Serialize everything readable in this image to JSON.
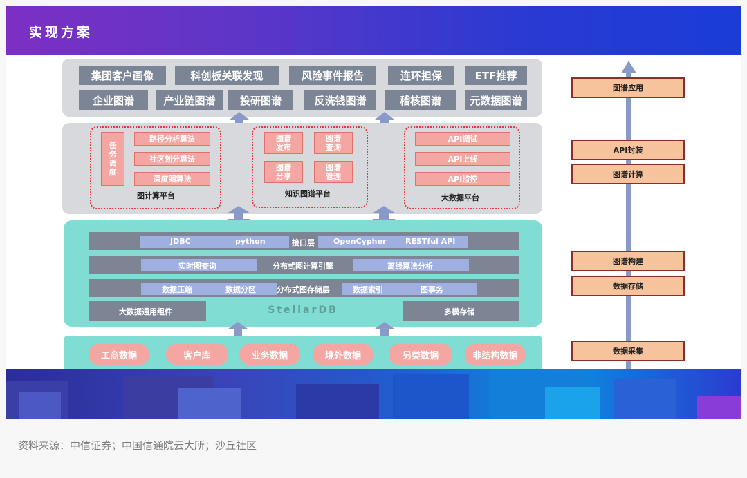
{
  "header": {
    "title": "实现方案"
  },
  "application_layer": {
    "row1": [
      "集团客户画像",
      "科创板关联发现",
      "风险事件报告",
      "连环担保",
      "ETF推荐"
    ],
    "row2": [
      "企业图谱",
      "产业链图谱",
      "投研图谱",
      "反洗钱图谱",
      "稽核图谱",
      "元数据图谱"
    ]
  },
  "platforms": {
    "graph_compute": {
      "label": "图计算平台",
      "scheduler": "任务调度",
      "algorithms": [
        "路径分析算法",
        "社区划分算法",
        "深度图算法"
      ]
    },
    "knowledge_graph": {
      "label": "知识图谱平台",
      "items": [
        "图谱发布",
        "图谱查询",
        "图谱分享",
        "图谱管理"
      ]
    },
    "big_data": {
      "label": "大数据平台",
      "items": [
        "API调试",
        "API上线",
        "API监控"
      ]
    }
  },
  "stellardb": {
    "name": "StellarDB",
    "interface_row": {
      "left": "JDBC",
      "mid": "python",
      "label": "接口层",
      "r1": "OpenCypher",
      "r2": "RESTful API"
    },
    "compute_row": {
      "left": "实时图查询",
      "label": "分布式图计算引擎",
      "right": "离线算法分析"
    },
    "storage_row": {
      "a": "数据压缩",
      "b": "数据分区",
      "label": "分布式图存储层",
      "c": "数据索引",
      "d": "图事务"
    },
    "bottom_row": {
      "left": "大数据通用组件",
      "right": "多模存储"
    }
  },
  "data_sources": [
    "工商数据",
    "客户库",
    "业务数据",
    "境外数据",
    "另类数据",
    "非结构数据"
  ],
  "stages": [
    "图谱应用",
    "API封装",
    "图谱计算",
    "图谱构建",
    "数据存储",
    "数据采集"
  ],
  "colors": {
    "accent_red": "#e8373a",
    "teal": "#7fddd3",
    "gray": "#7c8595",
    "stage_fill": "#f6c39c"
  },
  "caption": "资料来源：中信证券；中国信通院云大所；沙丘社区"
}
